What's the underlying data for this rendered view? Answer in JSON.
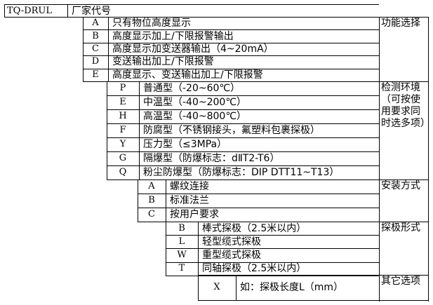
{
  "header": {
    "model": "TQ-DRUL",
    "manufacturer": "厂家代号"
  },
  "groups": [
    {
      "category": "功能选择",
      "rows": [
        {
          "code": "A",
          "desc": "只有物位高度显示"
        },
        {
          "code": "B",
          "desc": "高度显示加上/下限报警输出"
        },
        {
          "code": "C",
          "desc": "高度显示加变送器输出（4~20mA）"
        },
        {
          "code": "D",
          "desc": "变送输出加上/下限报警"
        },
        {
          "code": "E",
          "desc": "高度显示、变送输出加上/下限报警"
        }
      ]
    },
    {
      "category": "检测环境（可按使用要求同时选多项）",
      "rows": [
        {
          "code": "P",
          "desc": "普通型（-20~60℃）"
        },
        {
          "code": "E",
          "desc": "中温型（-40~200℃）"
        },
        {
          "code": "H",
          "desc": "高温型（-40~800℃）"
        },
        {
          "code": "F",
          "desc": "防腐型（不锈钢接头，氟塑料包裹探极）"
        },
        {
          "code": "Y",
          "desc": "压力型（≤3MPa）"
        },
        {
          "code": "G",
          "desc": "隔爆型（防爆标志：dⅡT2-T6）"
        },
        {
          "code": "Q",
          "desc": "粉尘防爆型（防爆标志：DIP DTT11~T13）"
        }
      ]
    },
    {
      "category": "安装方式",
      "rows": [
        {
          "code": "A",
          "desc": "螺纹连接"
        },
        {
          "code": "B",
          "desc": "标准法兰"
        },
        {
          "code": "C",
          "desc": "按用户要求"
        }
      ]
    },
    {
      "category": "探极形式",
      "rows": [
        {
          "code": "B",
          "desc": "棒式探极（2.5米以内）"
        },
        {
          "code": "L",
          "desc": "轻型缆式探极"
        },
        {
          "code": "W",
          "desc": "重型缆式探极"
        },
        {
          "code": "T",
          "desc": "同轴探极（2.5米以内）"
        }
      ]
    },
    {
      "category": "其它选项",
      "rows": [
        {
          "code": "X",
          "desc": "如：探极长度L（mm）"
        }
      ]
    }
  ]
}
